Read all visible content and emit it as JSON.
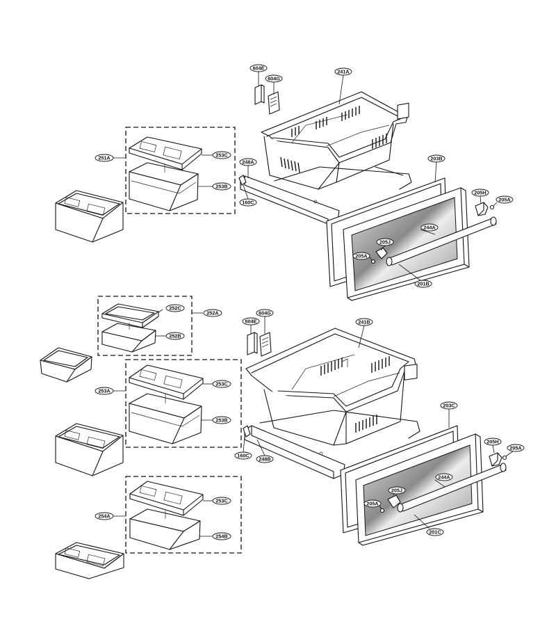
{
  "labels": {
    "l604E_a": "604E",
    "l604G_a": "604G",
    "l241A": "241A",
    "l251A": "251A",
    "l253C_a": "253C",
    "l253B_a": "253B",
    "l248A": "248A",
    "l160C_a": "160C",
    "l203B": "203B",
    "l205H_a": "205H",
    "l205A_a": "205A",
    "l244A_a": "244A",
    "l205J_a": "205J",
    "l205A_b": "205A",
    "l201B": "201B",
    "l252C": "252C",
    "l252A": "252A",
    "l252B": "252B",
    "l604G_b": "604G",
    "l604E_b": "604E",
    "l241B": "241B",
    "l253A": "253A",
    "l253C_b": "253C",
    "l253B_b": "253B",
    "l160C_b": "160C",
    "l248B": "248B",
    "l203C": "203C",
    "l205H_b": "205H",
    "l205A_c": "205A",
    "l244A_b": "244A",
    "l205J_b": "205J",
    "l205A_d": "205A",
    "l201C": "201C",
    "l254A": "254A",
    "l253C_c": "253C",
    "l254B": "254B"
  }
}
